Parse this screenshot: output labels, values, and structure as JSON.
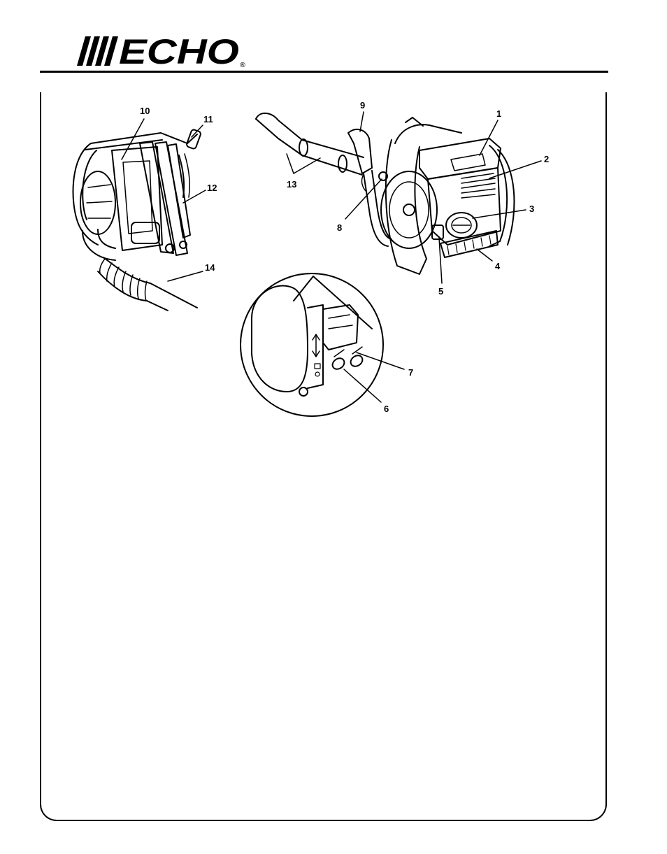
{
  "header": {
    "brand": "ECHO",
    "registered_mark": "®"
  },
  "figure": {
    "callouts": [
      {
        "id": "1",
        "label": "1"
      },
      {
        "id": "2",
        "label": "2"
      },
      {
        "id": "3",
        "label": "3"
      },
      {
        "id": "4",
        "label": "4"
      },
      {
        "id": "5",
        "label": "5"
      },
      {
        "id": "6",
        "label": "6"
      },
      {
        "id": "7",
        "label": "7"
      },
      {
        "id": "8",
        "label": "8"
      },
      {
        "id": "9",
        "label": "9"
      },
      {
        "id": "10",
        "label": "10"
      },
      {
        "id": "11",
        "label": "11"
      },
      {
        "id": "12",
        "label": "12"
      },
      {
        "id": "13",
        "label": "13"
      },
      {
        "id": "14",
        "label": "14"
      }
    ]
  }
}
